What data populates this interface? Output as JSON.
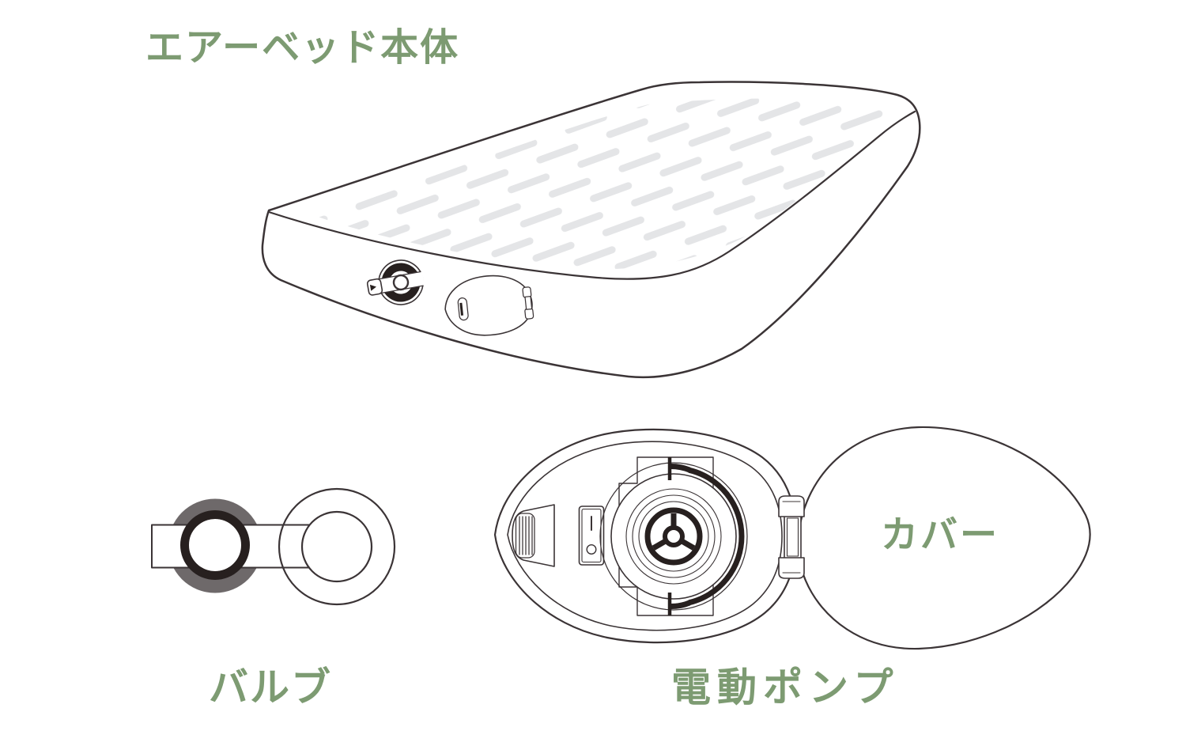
{
  "labels": {
    "air_bed_body": "エアーベッド本体",
    "valve": "バルブ",
    "pump": "電動ポンプ",
    "cover": "カバー"
  },
  "colors": {
    "label_green": "#7d9b72",
    "outline": "#3b3436",
    "dark_accent": "#27201f",
    "gray_disc": "#6e696a",
    "dash": "#e4e5e7"
  }
}
